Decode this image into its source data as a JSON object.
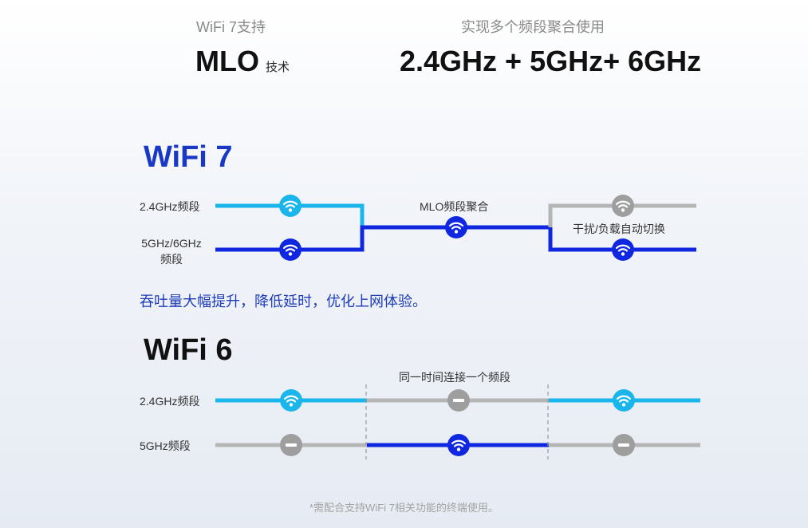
{
  "header": {
    "left": {
      "subtitle": "WiFi 7支持",
      "main": "MLO",
      "suffix": "技术"
    },
    "right": {
      "subtitle": "实现多个频段聚合使用",
      "main": "2.4GHz + 5GHz+ 6GHz"
    }
  },
  "wifi7": {
    "title": "WiFi 7",
    "band1_label": "2.4GHz频段",
    "band2_label_line1": "5GHz/6GHz",
    "band2_label_line2": "频段",
    "aggregate_label": "MLO频段聚合",
    "switch_label": "干扰/负载自动切换",
    "benefit": "吞吐量大幅提升，降低延时，优化上网体验。"
  },
  "wifi6": {
    "title": "WiFi 6",
    "band1_label": "2.4GHz频段",
    "band2_label": "5GHz频段",
    "note": "同一时间连接一个频段"
  },
  "footnote": "*需配合支持WiFi 7相关功能的终端使用。",
  "colors": {
    "band_24": "#1ab5ea",
    "band_5": "#1027e0",
    "inactive": "#b5b5b5",
    "inactive_node": "#9e9e9e",
    "wifi7_title": "#1939c4",
    "wifi6_title": "#111111"
  }
}
